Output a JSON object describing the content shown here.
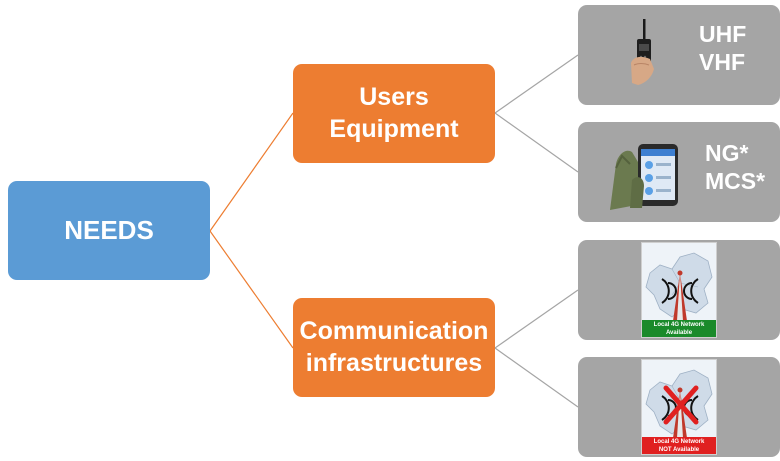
{
  "colors": {
    "root": "#5b9bd5",
    "mid": "#ed7d31",
    "leaf": "#a5a5a5",
    "connector_root": "#ed7d31",
    "connector_leaf": "#a5a5a5",
    "available": "#1a8a2a",
    "not_available": "#e02020"
  },
  "root": {
    "label": "NEEDS"
  },
  "branches": [
    {
      "label_lines": [
        "Users",
        "Equipment"
      ]
    },
    {
      "label_lines": [
        "Communication",
        "infrastructures"
      ]
    }
  ],
  "leaves": [
    {
      "text_lines": [
        "UHF",
        "VHF"
      ],
      "icon": "handheld-radio-icon"
    },
    {
      "text_lines": [
        "NG*",
        "MCS*"
      ],
      "icon": "smartphone-in-hand-icon"
    },
    {
      "map_label_lines": [
        "Local 4G Network",
        "Available"
      ],
      "icon": "europe-map-4g-icon"
    },
    {
      "map_label_lines": [
        "Local 4G Network",
        "NOT Available"
      ],
      "icon": "europe-map-4g-crossed-icon"
    }
  ]
}
